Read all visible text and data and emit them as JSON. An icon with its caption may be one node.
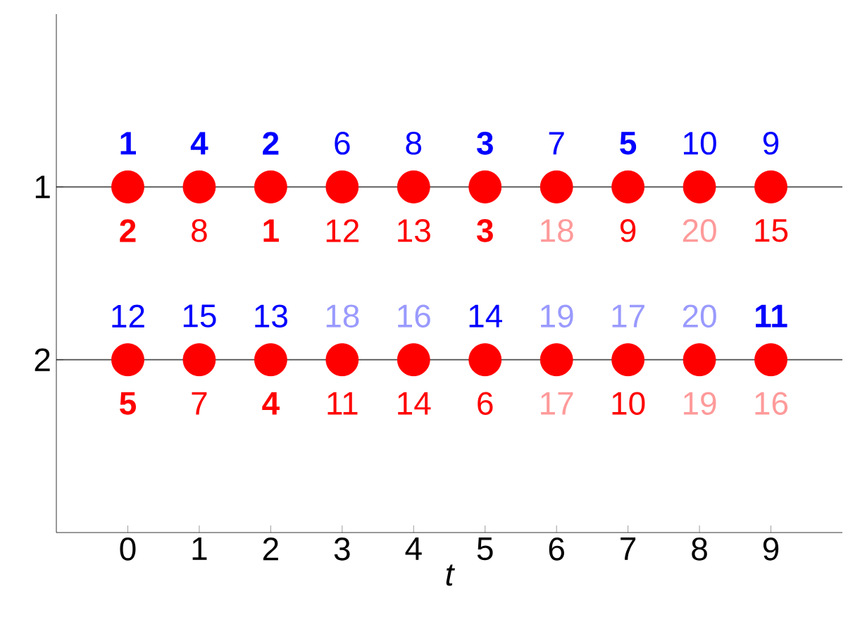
{
  "diagram": {
    "chart_data": {
      "type": "scatter",
      "xlabel": "t",
      "x": [
        0,
        1,
        2,
        3,
        4,
        5,
        6,
        7,
        8,
        9
      ],
      "series": [
        {
          "color": "#ff0000",
          "values": [
            1,
            1,
            1,
            1,
            1,
            1,
            1,
            1,
            1,
            1
          ]
        },
        {
          "color": "#ff0000",
          "values": [
            2,
            2,
            2,
            2,
            2,
            2,
            2,
            2,
            2,
            2
          ]
        }
      ],
      "xlim": [
        -1,
        10
      ],
      "ylim": [
        3,
        0
      ],
      "xticks": [
        0,
        1,
        2,
        3,
        4,
        5,
        6,
        7,
        8,
        9
      ],
      "yticks": [
        1,
        2
      ],
      "annotations": [
        "1",
        "4",
        "2",
        "6",
        "8",
        "3",
        "7",
        "5",
        "10",
        "9",
        "2",
        "8",
        "1",
        "12",
        "13",
        "3",
        "18",
        "9",
        "20",
        "15",
        "12",
        "15",
        "13",
        "18",
        "16",
        "14",
        "19",
        "17",
        "20",
        "11",
        "5",
        "7",
        "4",
        "11",
        "14",
        "6",
        "17",
        "10",
        "19",
        "16"
      ]
    }
  }
}
